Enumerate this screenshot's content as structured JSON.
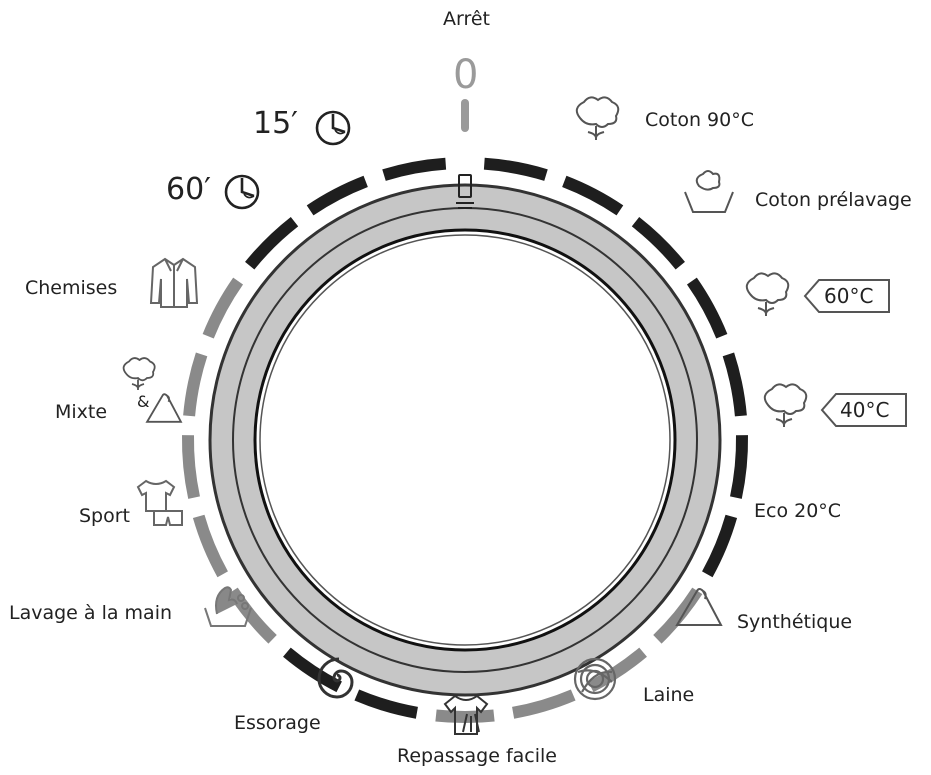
{
  "programs": {
    "off": "Arrêt",
    "zero": "0",
    "coton90": "Coton 90°C",
    "coton_prelavage": "Coton prélavage",
    "coton60": "60°C",
    "coton40": "40°C",
    "eco20": "Eco  20°C",
    "synthetique": "Synthétique",
    "laine": "Laine",
    "repassage": "Repassage facile",
    "essorage": "Essorage",
    "lavage_main": "Lavage à la main",
    "sport": "Sport",
    "mixte": "Mixte",
    "mixte_amp": "&",
    "chemises": "Chemises",
    "quick60": "60′",
    "quick15": "15′"
  },
  "colors": {
    "segment_dark": "#1e1e1e",
    "segment_grey": "#8a8a8a",
    "ring_fill": "#c6c6c6",
    "icon_stroke": "#555555"
  },
  "icons": [
    "cotton-flower-icon",
    "basin-icon",
    "shirt-icon",
    "triangle-icon",
    "sport-clothes-icon",
    "hand-wash-icon",
    "spiral-icon",
    "iron-shirt-icon",
    "wool-icon",
    "clock-icon"
  ]
}
